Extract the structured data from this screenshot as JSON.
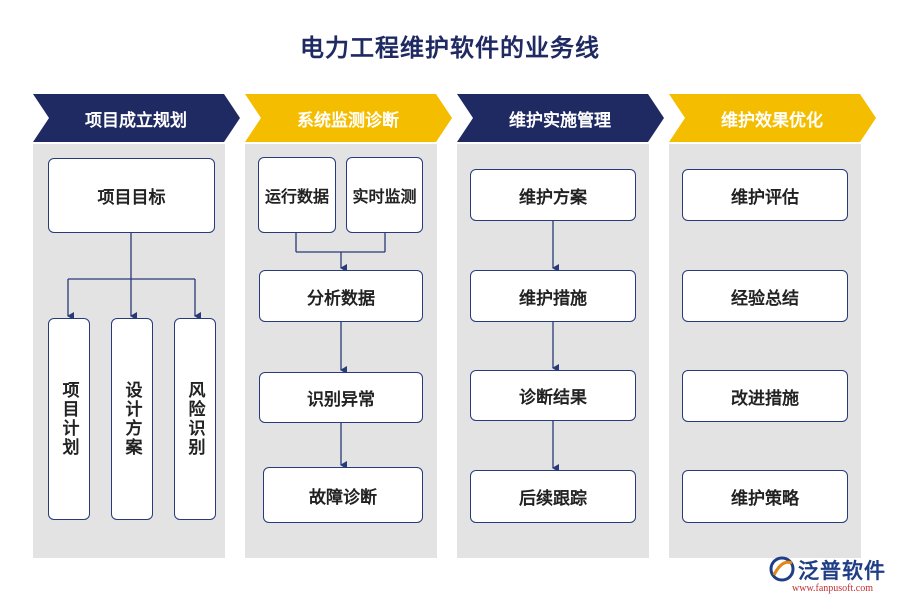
{
  "title": "电力工程维护软件的业务线",
  "colors": {
    "navy": "#1f2a63",
    "gold": "#f5bd00",
    "panel": "#e3e3e3",
    "border": "#283a7a"
  },
  "columns": [
    {
      "header": "项目成立规划",
      "top_box": "项目目标",
      "vertical_boxes": [
        "项目计划",
        "设计方案",
        "风险识别"
      ]
    },
    {
      "header": "系统监测诊断",
      "top_left": "运行数据",
      "top_right": "实时监测",
      "boxes": [
        "分析数据",
        "识别异常",
        "故障诊断"
      ]
    },
    {
      "header": "维护实施管理",
      "boxes": [
        "维护方案",
        "维护措施",
        "诊断结果",
        "后续跟踪"
      ]
    },
    {
      "header": "维护效果优化",
      "boxes": [
        "维护评估",
        "经验总结",
        "改进措施",
        "维护策略"
      ]
    }
  ],
  "logo": {
    "name": "泛普软件",
    "url": "www.fanpusoft.com"
  }
}
